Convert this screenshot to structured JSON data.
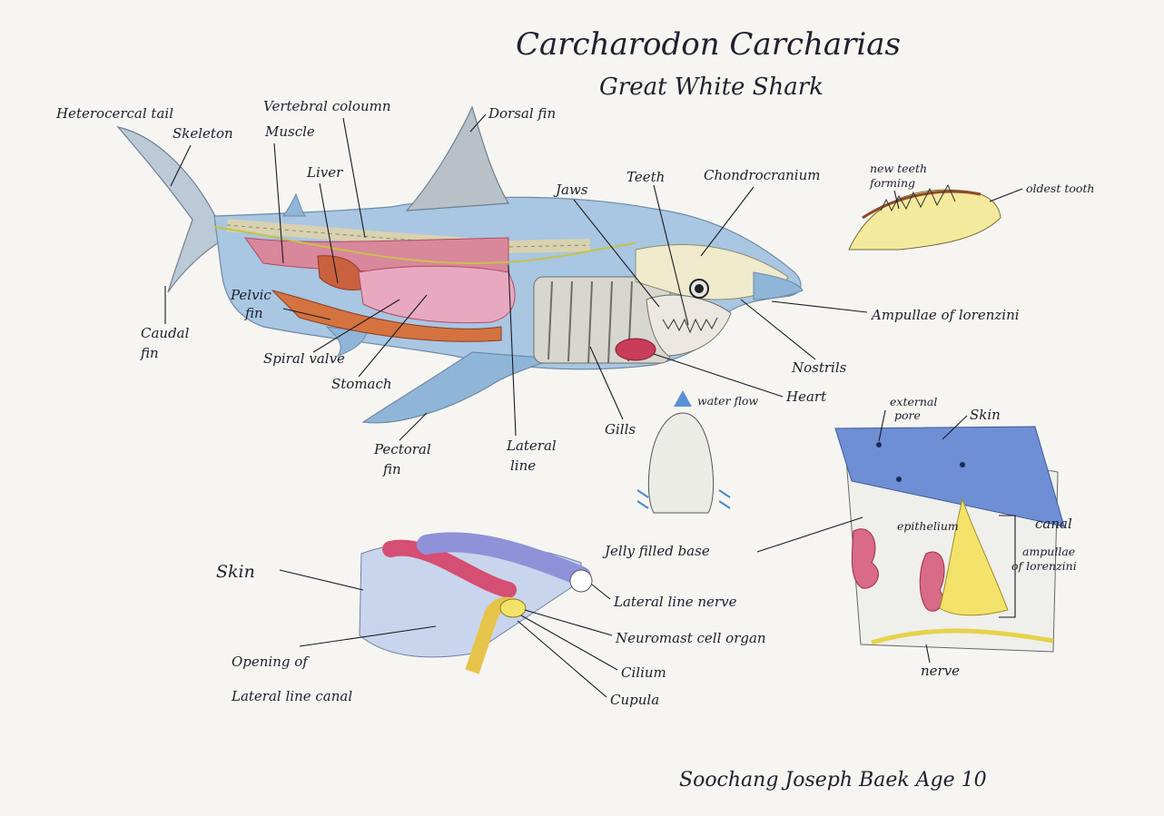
{
  "title": "Carcharodon  Carcharias",
  "subtitle": "Great White Shark",
  "signature": "Soochang  Joseph  Baek  Age 10",
  "colors": {
    "paper": "#f6f5f1",
    "shark_blue": "#8fb6d8",
    "muscle_red": "#cf4f67",
    "organ_orange": "#d4733f",
    "gill_gray": "#c9c9c0",
    "skin_blue": "#5b7fc4",
    "ampulla_yellow": "#f3e36a",
    "nerve_purple": "#7c7ccf"
  },
  "shark_labels": {
    "heterocercal_tail": "Heterocercal tail",
    "skeleton": "Skeleton",
    "vertebral_column": "Vertebral coloumn",
    "muscle": "Muscle",
    "liver": "Liver",
    "dorsal_fin": "Dorsal fin",
    "teeth": "Teeth",
    "jaws": "Jaws",
    "chondrocranium": "Chondrocranium",
    "caudal_fin_1": "Caudal",
    "caudal_fin_2": "fin",
    "pelvic_fin_1": "Pelvic",
    "pelvic_fin_2": "fin",
    "spiral_valve": "Spiral valve",
    "stomach": "Stomach",
    "pectoral_fin_1": "Pectoral",
    "pectoral_fin_2": "fin",
    "lateral_line_1": "Lateral",
    "lateral_line_2": "line",
    "gills": "Gills",
    "heart": "Heart",
    "nostrils": "Nostrils",
    "ampullae": "Ampullae  of  lorenzini"
  },
  "teeth_labels": {
    "new_teeth_1": "new teeth",
    "new_teeth_2": "forming",
    "oldest_tooth": "oldest tooth"
  },
  "water_flow": "water flow",
  "lateral_line_labels": {
    "skin": "Skin",
    "nerve": "Lateral line nerve",
    "neuromast": "Neuromast cell organ",
    "cilium": "Cilium",
    "cupula": "Cupula",
    "opening_1": "Opening of",
    "opening_2": "Lateral line canal"
  },
  "ampullae_detail": {
    "external_pore_1": "external",
    "external_pore_2": "pore",
    "skin": "Skin",
    "epithelium": "epithelium",
    "canal": "canal",
    "ampullae_1": "ampullae",
    "ampullae_2": "of lorenzini",
    "jelly": "Jelly filled base",
    "nerve": "nerve"
  }
}
